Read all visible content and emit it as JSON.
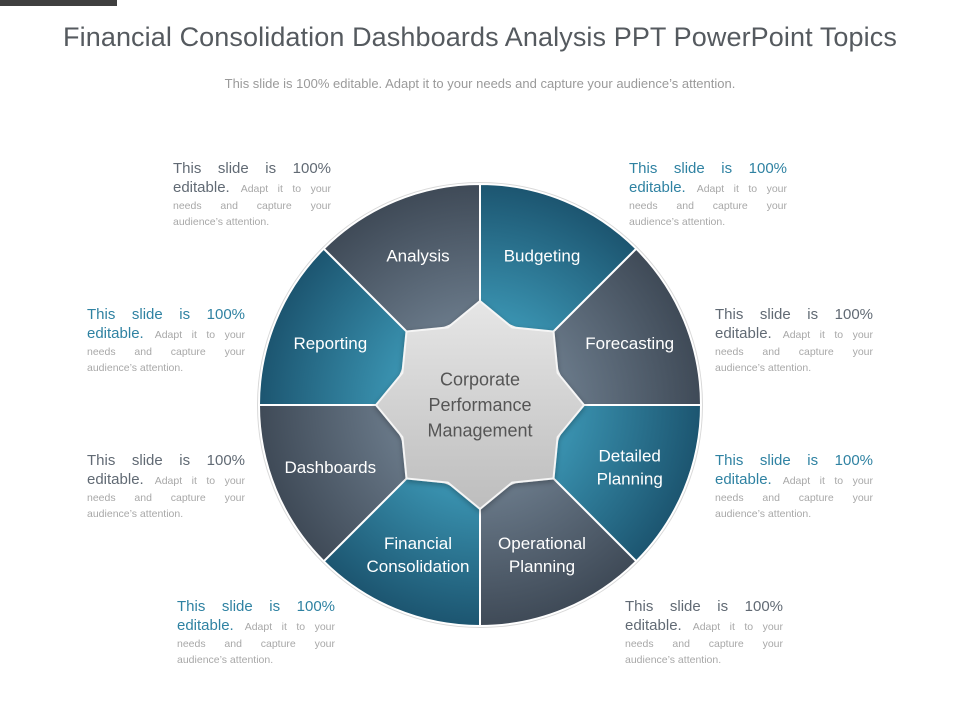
{
  "header": {
    "title": "Financial Consolidation Dashboards Analysis PPT PowerPoint Topics",
    "subtitle": "This slide is 100% editable. Adapt it to your needs and capture your audience’s attention."
  },
  "center": {
    "lines": [
      "Corporate",
      "Performance",
      "Management"
    ]
  },
  "segments": [
    {
      "lines": [
        "Analysis"
      ],
      "color": "gray"
    },
    {
      "lines": [
        "Budgeting"
      ],
      "color": "teal"
    },
    {
      "lines": [
        "Forecasting"
      ],
      "color": "gray"
    },
    {
      "lines": [
        "Detailed",
        "Planning"
      ],
      "color": "teal"
    },
    {
      "lines": [
        "Operational",
        "Planning"
      ],
      "color": "gray"
    },
    {
      "lines": [
        "Financial",
        "Consolidation"
      ],
      "color": "teal"
    },
    {
      "lines": [
        "Dashboards"
      ],
      "color": "gray"
    },
    {
      "lines": [
        "Reporting"
      ],
      "color": "teal"
    }
  ],
  "colors": {
    "gray_light": "#6c7c8c",
    "gray_dark": "#3f4a57",
    "teal_light": "#3c97b5",
    "teal_dark": "#1c5570",
    "center_light": "#e6e6e6",
    "center_dark": "#bdbdbd",
    "center_text": "#555555"
  },
  "notes": [
    {
      "lead": "This slide is 100% editable.",
      "body": "Adapt it to your needs and capture your audience’s attention.",
      "tone": "gray"
    },
    {
      "lead": "This slide is 100% editable.",
      "body": "Adapt it to your needs and capture your audience’s attention.",
      "tone": "teal"
    },
    {
      "lead": "This slide is 100% editable.",
      "body": "Adapt it to your needs and capture your audience’s attention.",
      "tone": "teal"
    },
    {
      "lead": "This slide is 100% editable.",
      "body": "Adapt it to your needs and capture your audience’s attention.",
      "tone": "gray"
    },
    {
      "lead": "This slide is 100% editable.",
      "body": "Adapt it to your needs and capture your audience’s attention.",
      "tone": "gray"
    },
    {
      "lead": "This slide is 100% editable.",
      "body": "Adapt it to your needs and capture your audience’s attention.",
      "tone": "teal"
    },
    {
      "lead": "This slide is 100% editable.",
      "body": "Adapt it to your needs and capture your audience’s attention.",
      "tone": "teal"
    },
    {
      "lead": "This slide is 100% editable.",
      "body": "Adapt it to your needs and capture your audience’s attention.",
      "tone": "gray"
    }
  ]
}
